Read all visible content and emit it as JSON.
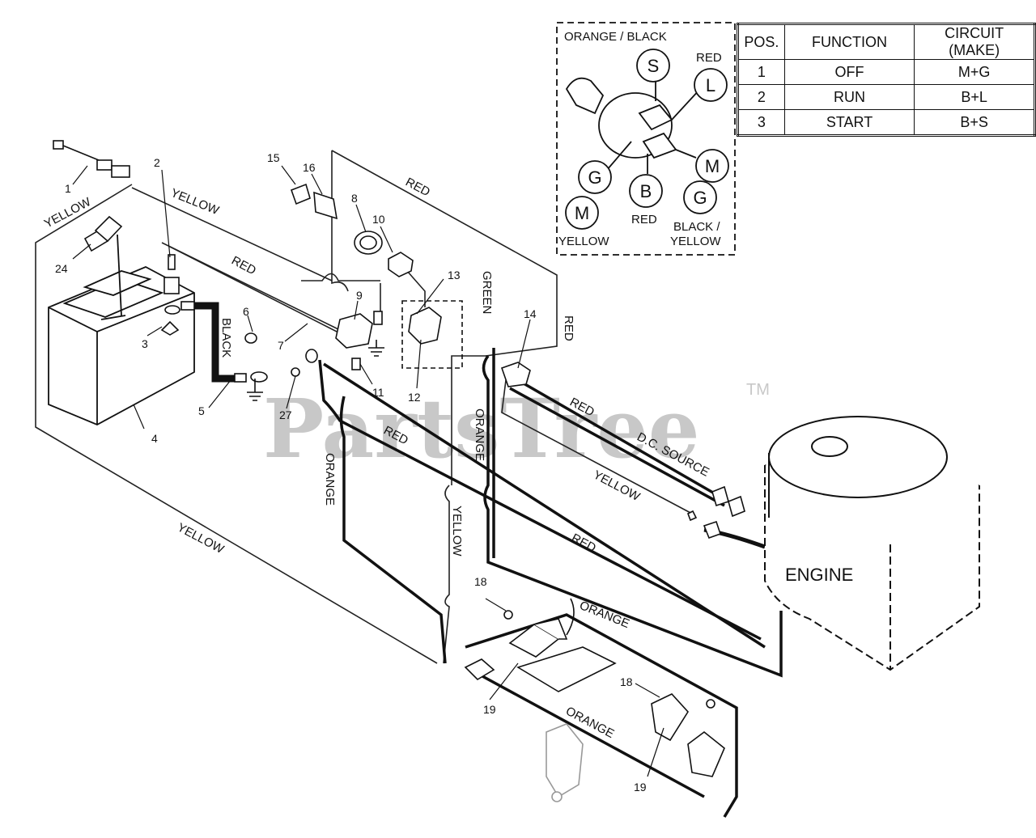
{
  "watermark": {
    "text": "PartsTree",
    "trademark": "TM"
  },
  "switch_detail": {
    "wire_labels": {
      "orange_black": "ORANGE / BLACK",
      "red": "RED",
      "red_b": "RED",
      "yellow": "YELLOW",
      "black_yellow_1": "BLACK /",
      "black_yellow_2": "YELLOW"
    },
    "terminals": {
      "s": "S",
      "l": "L",
      "m1": "M",
      "g1": "G",
      "b": "B",
      "g2": "G",
      "m2": "M"
    }
  },
  "switch_table": {
    "headers": [
      "POS.",
      "FUNCTION",
      "CIRCUIT  (MAKE)"
    ],
    "rows": [
      {
        "pos": "1",
        "function": "OFF",
        "circuit": "M+G"
      },
      {
        "pos": "2",
        "function": "RUN",
        "circuit": "B+L"
      },
      {
        "pos": "3",
        "function": "START",
        "circuit": "B+S"
      }
    ]
  },
  "wire_labels": {
    "yellow_1": "YELLOW",
    "yellow_2": "YELLOW",
    "yellow_3": "YELLOW",
    "yellow_4": "YELLOW",
    "yellow_5": "YELLOW",
    "red_1": "RED",
    "red_2": "RED",
    "red_3": "RED",
    "red_4": "RED",
    "red_5": "RED",
    "red_6": "RED",
    "black": "BLACK",
    "green": "GREEN",
    "orange_1": "ORANGE",
    "orange_2": "ORANGE",
    "orange_3": "ORANGE",
    "orange_4": "ORANGE",
    "dc_source": "D.C. SOURCE",
    "engine": "ENGINE"
  },
  "callouts": {
    "c1": "1",
    "c2": "2",
    "c3": "3",
    "c4": "4",
    "c5": "5",
    "c6": "6",
    "c7": "7",
    "c8": "8",
    "c9": "9",
    "c10": "10",
    "c11": "11",
    "c12": "12",
    "c13": "13",
    "c14": "14",
    "c15": "15",
    "c16": "16",
    "c18a": "18",
    "c18b": "18",
    "c19a": "19",
    "c19b": "19",
    "c24": "24",
    "c27": "27"
  }
}
